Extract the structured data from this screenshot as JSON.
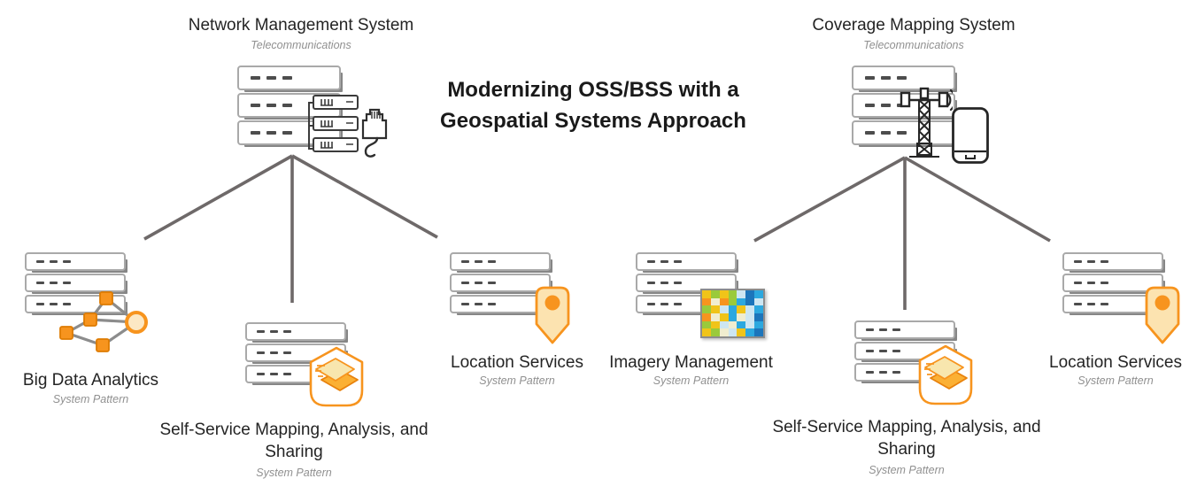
{
  "diagram_title": {
    "line1": "Modernizing OSS/BSS with a",
    "line2": "Geospatial Systems Approach"
  },
  "trees": {
    "left": {
      "root": {
        "label": "Network Management System",
        "sublabel": "Telecommunications"
      },
      "children": [
        {
          "label": "Big Data Analytics",
          "sublabel": "System Pattern"
        },
        {
          "label": "Self-Service Mapping, Analysis, and Sharing",
          "sublabel": "System Pattern"
        },
        {
          "label": "Location Services",
          "sublabel": "System Pattern"
        }
      ]
    },
    "right": {
      "root": {
        "label": "Coverage Mapping System",
        "sublabel": "Telecommunications"
      },
      "children": [
        {
          "label": "Imagery Management",
          "sublabel": "System Pattern"
        },
        {
          "label": "Self-Service Mapping, Analysis, and Sharing",
          "sublabel": "System Pattern"
        },
        {
          "label": "Location Services",
          "sublabel": "System Pattern"
        }
      ]
    }
  },
  "icons": {
    "left_root": [
      "server-stack-icon",
      "network-patch-cable-icon"
    ],
    "right_root": [
      "server-stack-icon",
      "cell-tower-icon",
      "smartphone-icon"
    ],
    "big_data_analytics": [
      "server-stack-icon",
      "network-graph-icon"
    ],
    "self_service_mapping": [
      "server-stack-icon",
      "layers-badge-icon"
    ],
    "location_services": [
      "server-stack-icon",
      "map-pin-icon"
    ],
    "imagery_management": [
      "server-stack-icon",
      "imagery-pixels-icon"
    ]
  },
  "colors": {
    "accent_orange": "#F7941E",
    "connector_gray": "#6E6969",
    "server_border_gray": "#A9A9A9",
    "subtitle_gray": "#909090",
    "title_black": "#1A1A1A"
  },
  "imagery": {
    "palette": {
      "g": "#9ACA3B",
      "y": "#F0C419",
      "o": "#F7941E",
      "c": "#F0EDCF",
      "lb": "#CDE6F2",
      "b": "#2CA8DF",
      "db": "#1C75BB"
    },
    "grid": [
      "y g y g lb db b",
      "o c o g b db lb",
      "g y lb b y lb b",
      "o c y b c lb db",
      "g y lb c b lb b",
      "y g c lb y b db"
    ]
  }
}
